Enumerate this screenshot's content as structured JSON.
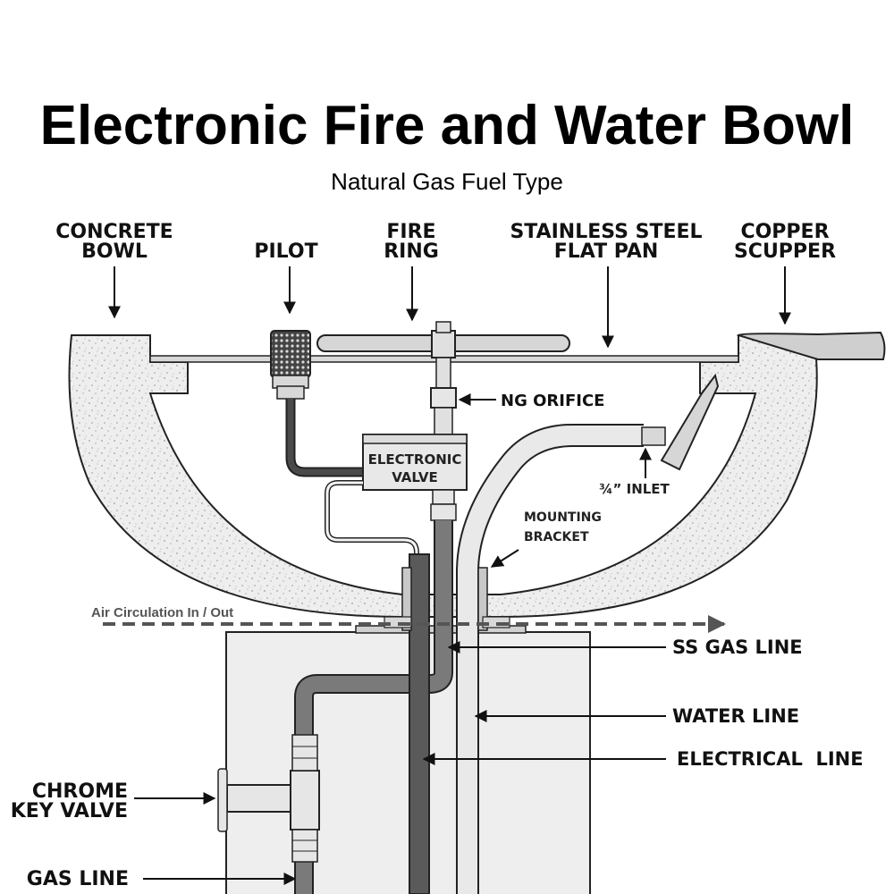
{
  "title": "Electronic Fire and Water Bowl",
  "subtitle": "Natural Gas Fuel Type",
  "labels": {
    "concrete_bowl_1": "CONCRETE",
    "concrete_bowl_2": "BOWL",
    "pilot": "PILOT",
    "fire_ring_1": "FIRE",
    "fire_ring_2": "RING",
    "flat_pan_1": "STAINLESS STEEL",
    "flat_pan_2": "FLAT PAN",
    "scupper_1": "COPPER",
    "scupper_2": "SCUPPER",
    "ng_orifice": "NG ORIFICE",
    "valve_1": "ELECTRONIC",
    "valve_2": "VALVE",
    "inlet": "¾” INLET",
    "bracket_1": "MOUNTING",
    "bracket_2": "BRACKET",
    "air": "Air Circulation In / Out",
    "ss_gas_line": "SS GAS LINE",
    "water_line": "WATER LINE",
    "electrical_line": "ELECTRICAL  LINE",
    "key_valve_1": "CHROME",
    "key_valve_2": "KEY VALVE",
    "gas_line": "GAS LINE"
  },
  "colors": {
    "concrete": "#ececec",
    "pipe_dark": "#6f6f6f",
    "pipe_light": "#e6e6e6",
    "pedestal": "#eeeeee",
    "outline": "#222222"
  }
}
